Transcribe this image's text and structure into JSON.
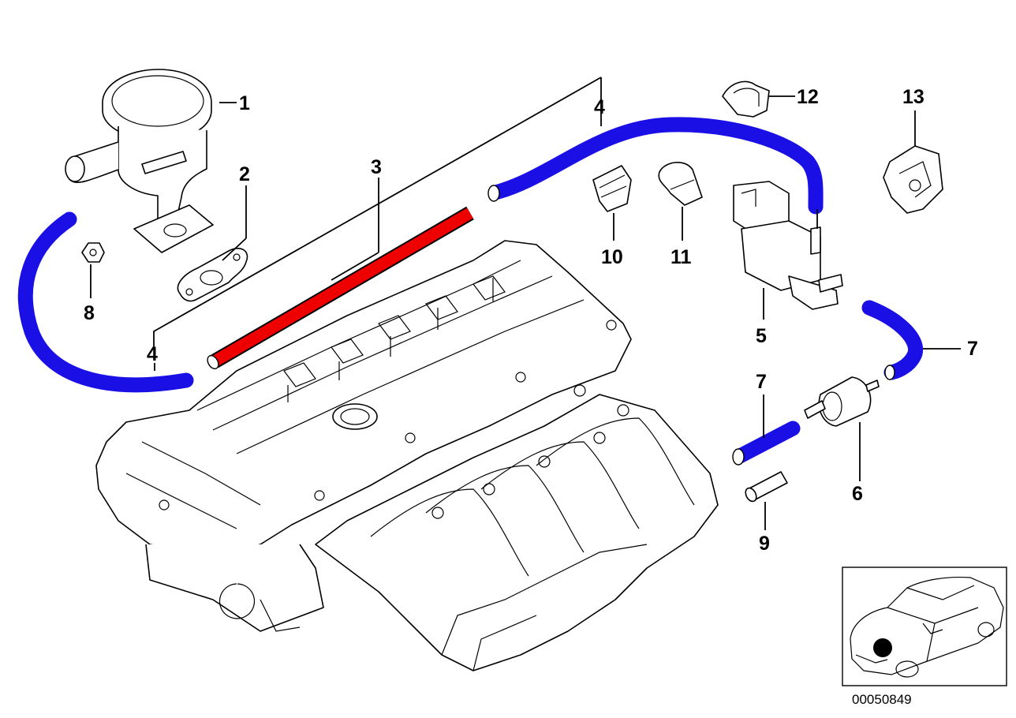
{
  "diagram": {
    "id_number": "00050849",
    "colors": {
      "hose_highlight": "#1a10e6",
      "pipe_highlight": "#ee0000",
      "line_art": "#000000",
      "background": "#ffffff",
      "locator_dot": "#000000"
    },
    "callouts": {
      "c1": "1",
      "c2": "2",
      "c3": "3",
      "c4a": "4",
      "c4b": "4",
      "c5": "5",
      "c6": "6",
      "c7a": "7",
      "c7b": "7",
      "c8": "8",
      "c9": "9",
      "c10": "10",
      "c11": "11",
      "c12": "12",
      "c13": "13"
    }
  }
}
